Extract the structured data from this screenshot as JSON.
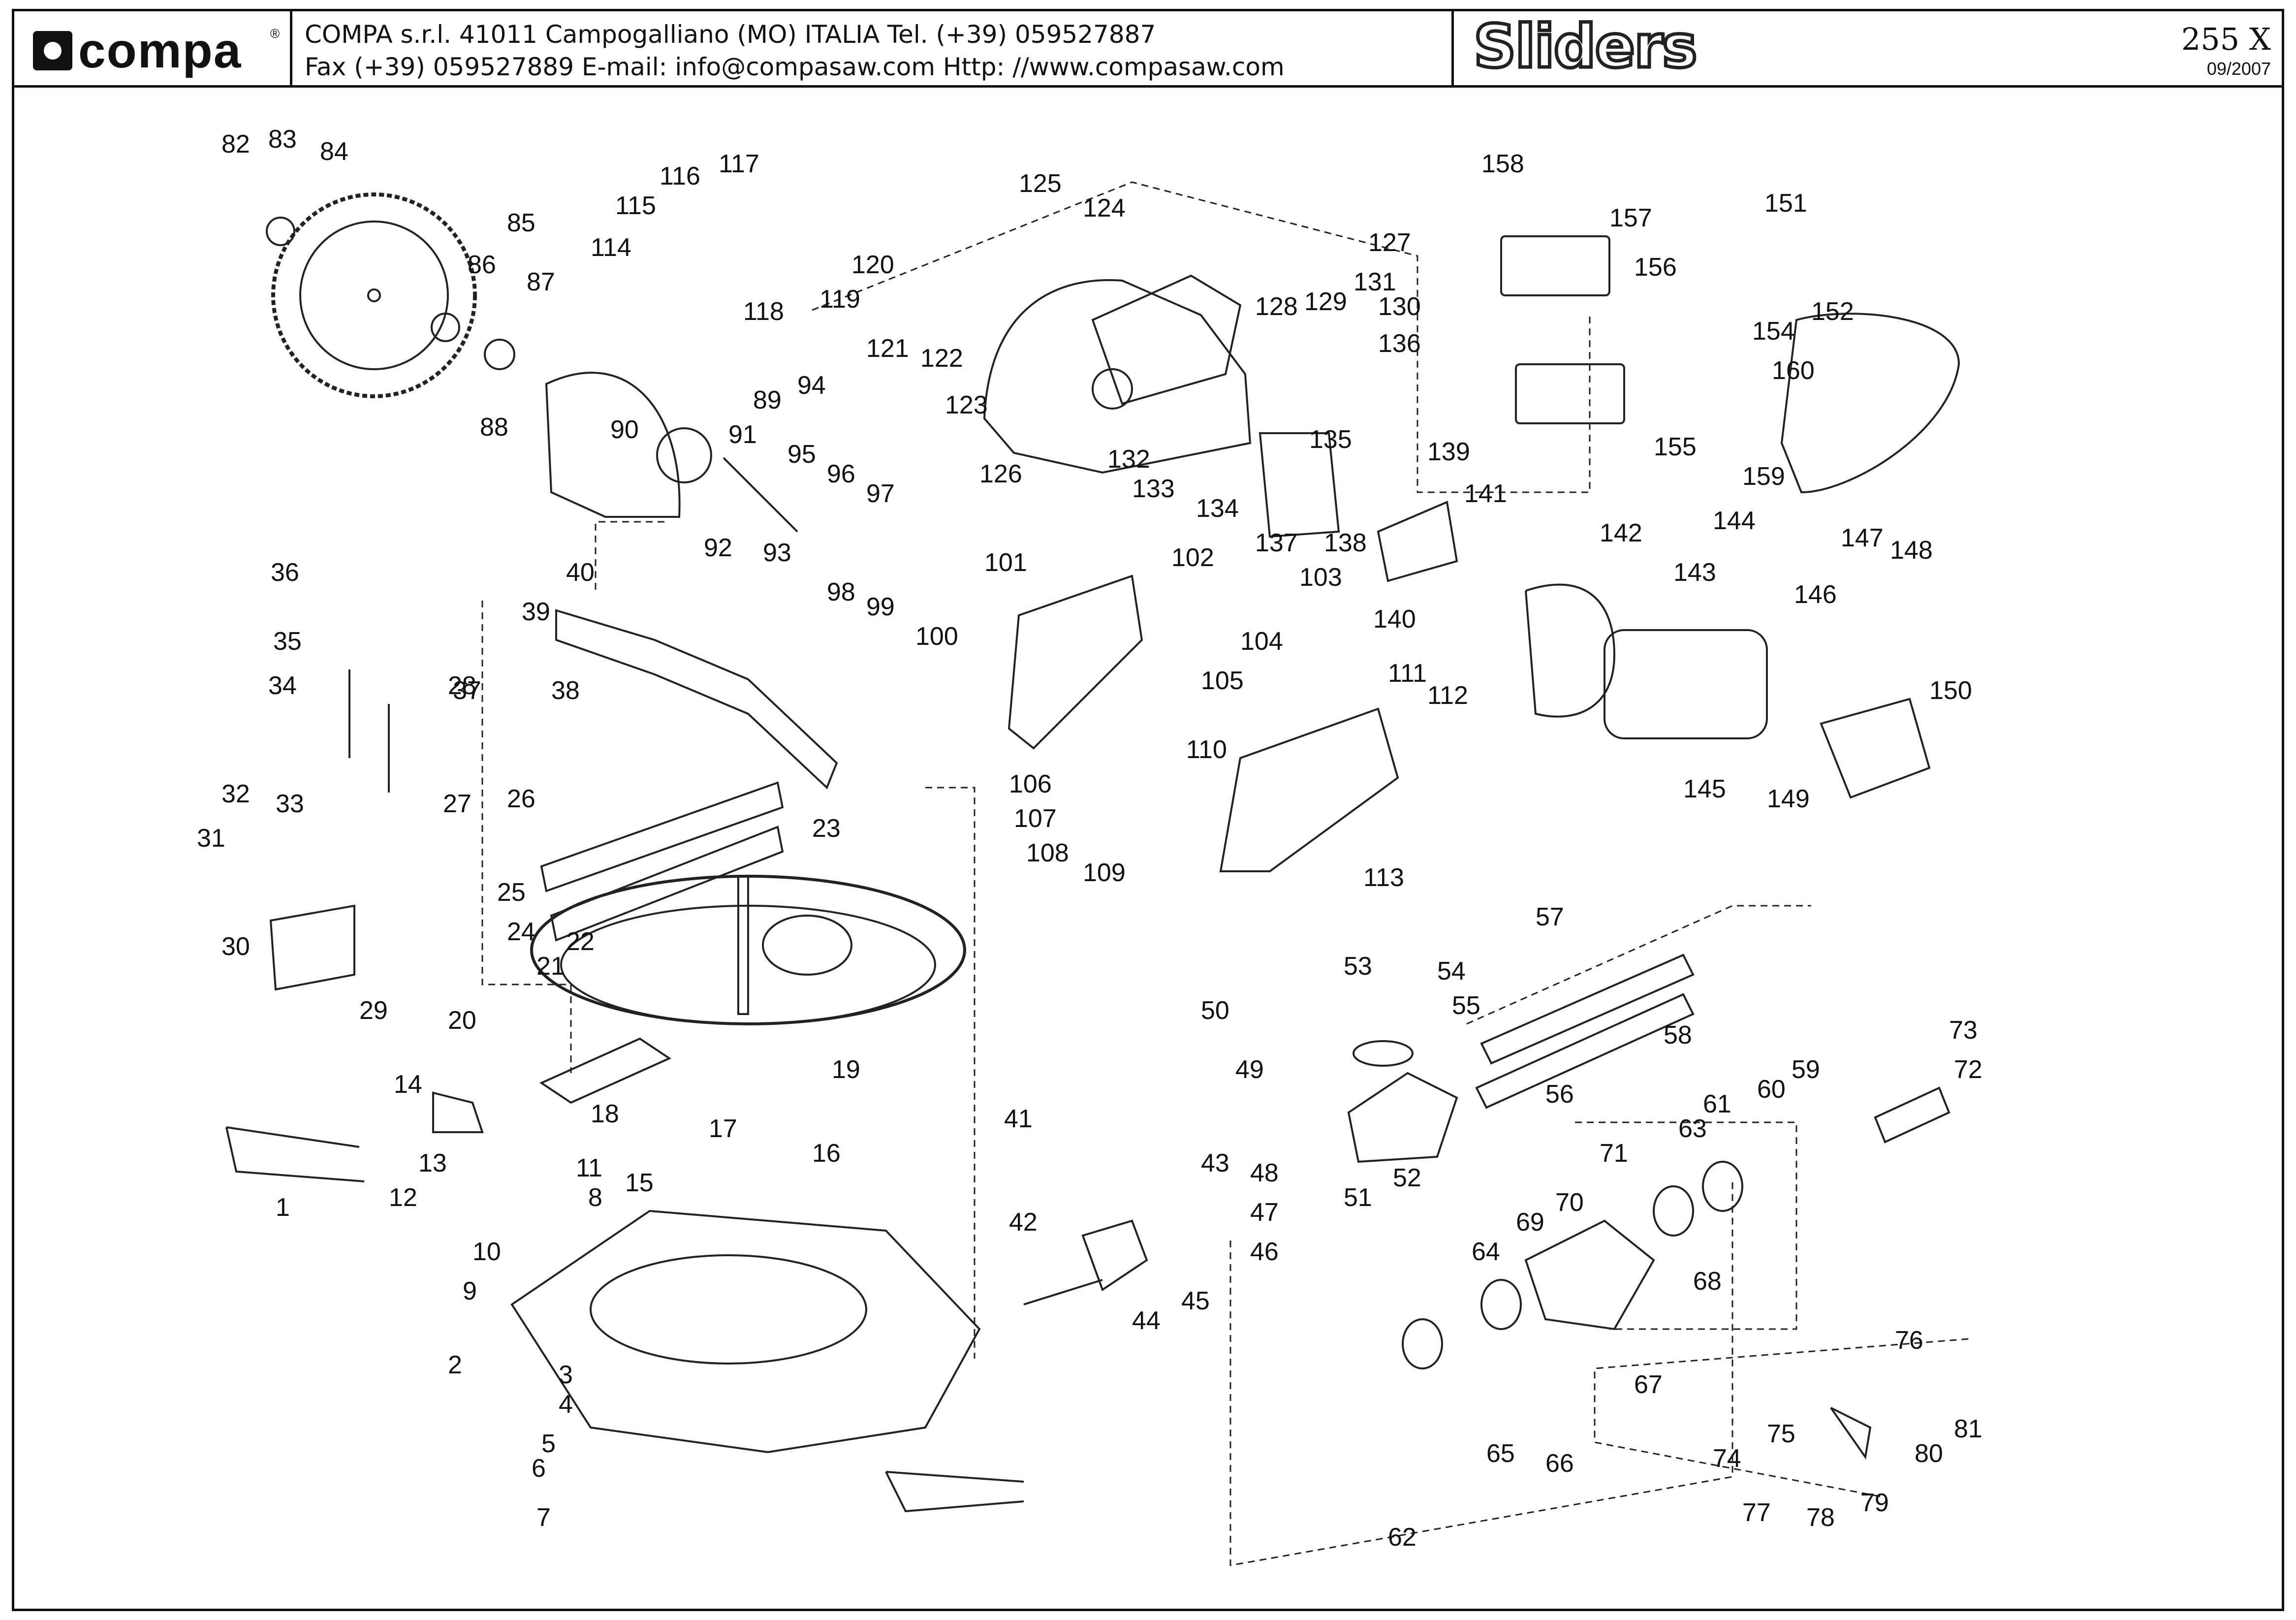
{
  "header": {
    "logo_text": "compa",
    "logo_reg": "®",
    "contact_line1": "COMPA s.r.l. 41011 Campogalliano (MO) ITALIA Tel. (+39) 059527887",
    "contact_line2": "Fax (+39) 059527889 E-mail: info@compasaw.com Http: //www.compasaw.com",
    "brand": "Sliders",
    "model": "255 X",
    "date": "09/2007"
  },
  "part_labels": [
    "1",
    "2",
    "3",
    "4",
    "5",
    "6",
    "7",
    "8",
    "9",
    "10",
    "11",
    "12",
    "13",
    "14",
    "15",
    "16",
    "17",
    "18",
    "19",
    "20",
    "21",
    "22",
    "23",
    "24",
    "25",
    "26",
    "27",
    "28",
    "29",
    "30",
    "31",
    "32",
    "33",
    "34",
    "35",
    "36",
    "37",
    "38",
    "39",
    "40",
    "41",
    "42",
    "43",
    "44",
    "45",
    "46",
    "47",
    "48",
    "49",
    "50",
    "51",
    "52",
    "53",
    "54",
    "55",
    "56",
    "57",
    "58",
    "59",
    "60",
    "61",
    "62",
    "63",
    "64",
    "65",
    "66",
    "67",
    "68",
    "69",
    "70",
    "71",
    "72",
    "73",
    "74",
    "75",
    "76",
    "77",
    "78",
    "79",
    "80",
    "81",
    "82",
    "83",
    "84",
    "85",
    "86",
    "87",
    "88",
    "89",
    "90",
    "91",
    "92",
    "93",
    "94",
    "95",
    "96",
    "97",
    "98",
    "99",
    "100",
    "101",
    "102",
    "103",
    "104",
    "105",
    "106",
    "107",
    "108",
    "109",
    "110",
    "111",
    "112",
    "113",
    "114",
    "115",
    "116",
    "117",
    "118",
    "119",
    "120",
    "121",
    "122",
    "123",
    "124",
    "125",
    "126",
    "127",
    "128",
    "129",
    "130",
    "131",
    "132",
    "133",
    "134",
    "135",
    "136",
    "137",
    "138",
    "139",
    "140",
    "141",
    "142",
    "143",
    "144",
    "145",
    "146",
    "147",
    "148",
    "149",
    "150",
    "151",
    "152",
    "154",
    "155",
    "156",
    "157",
    "158",
    "159",
    "160"
  ]
}
